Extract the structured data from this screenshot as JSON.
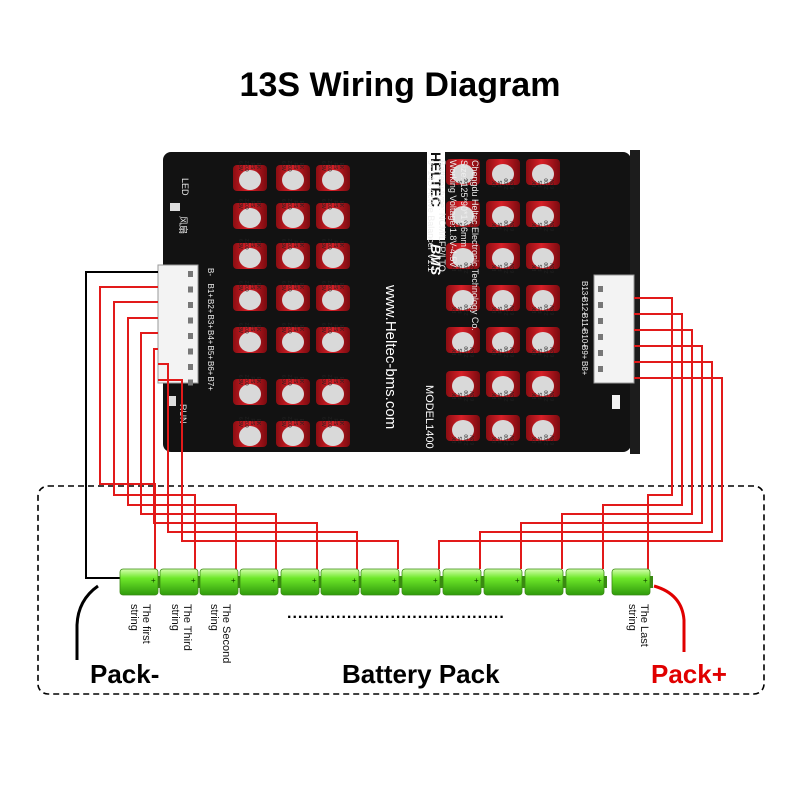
{
  "title": "13S Wiring Diagram",
  "board": {
    "brand": "HELTEC",
    "brand_suffix": "BMS",
    "spec_lines": [
      "9~14S Active Balancer V1.1",
      "Battery type: NCM/LFP/LTO",
      "Working Voltage:1.8V-4.5V",
      "Size: 125*90*17.6mm",
      "Chengdu Heltec Electronic Technology Co."
    ],
    "website": "www.Heltec-bms.com",
    "model": "MODEL1400",
    "cap_text": [
      "EK",
      "RS",
      "2200",
      "6.3V"
    ],
    "led_label": "LED",
    "fan_label": "风扇",
    "run_label": "RUN",
    "left_pins": [
      "B-",
      "B1+",
      "B2+",
      "B3+",
      "B4+",
      "B5+",
      "B6+",
      "B7+"
    ],
    "right_pins": [
      "B13+",
      "B12+",
      "B11+",
      "B10+",
      "B9+",
      "B8+"
    ]
  },
  "battery": {
    "cell_plus": "+",
    "label_first": "The first string",
    "label_third": "The Third string",
    "label_second": "The Second string",
    "label_last": "The Last string",
    "ellipsis": "........................................"
  },
  "labels": {
    "pack_minus": "Pack-",
    "pack_plus": "Pack+",
    "battery_pack": "Battery Pack"
  },
  "colors": {
    "wire_red": "#e21a1a",
    "wire_black": "#000000",
    "cell_green": "#5edc1f",
    "board": "#111111",
    "capacitor": "#c2171e",
    "pack_plus": "#e00000"
  }
}
